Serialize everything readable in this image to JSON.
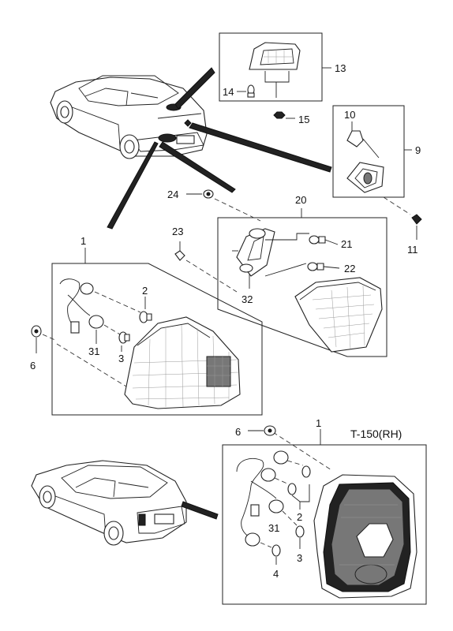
{
  "labels": {
    "l1_top": "1",
    "l1_bottom": "1",
    "l2_top": "2",
    "l2_bottom": "2",
    "l3_top": "3",
    "l3_bottom": "3",
    "l4": "4",
    "l6_top": "6",
    "l6_bottom": "6",
    "l9": "9",
    "l10": "10",
    "l11": "11",
    "l13": "13",
    "l14": "14",
    "l15": "15",
    "l20": "20",
    "l21": "21",
    "l22": "22",
    "l23": "23",
    "l24": "24",
    "l31_top": "31",
    "l31_bottom": "31",
    "l32": "32"
  },
  "variant_title": "T-150(RH)"
}
